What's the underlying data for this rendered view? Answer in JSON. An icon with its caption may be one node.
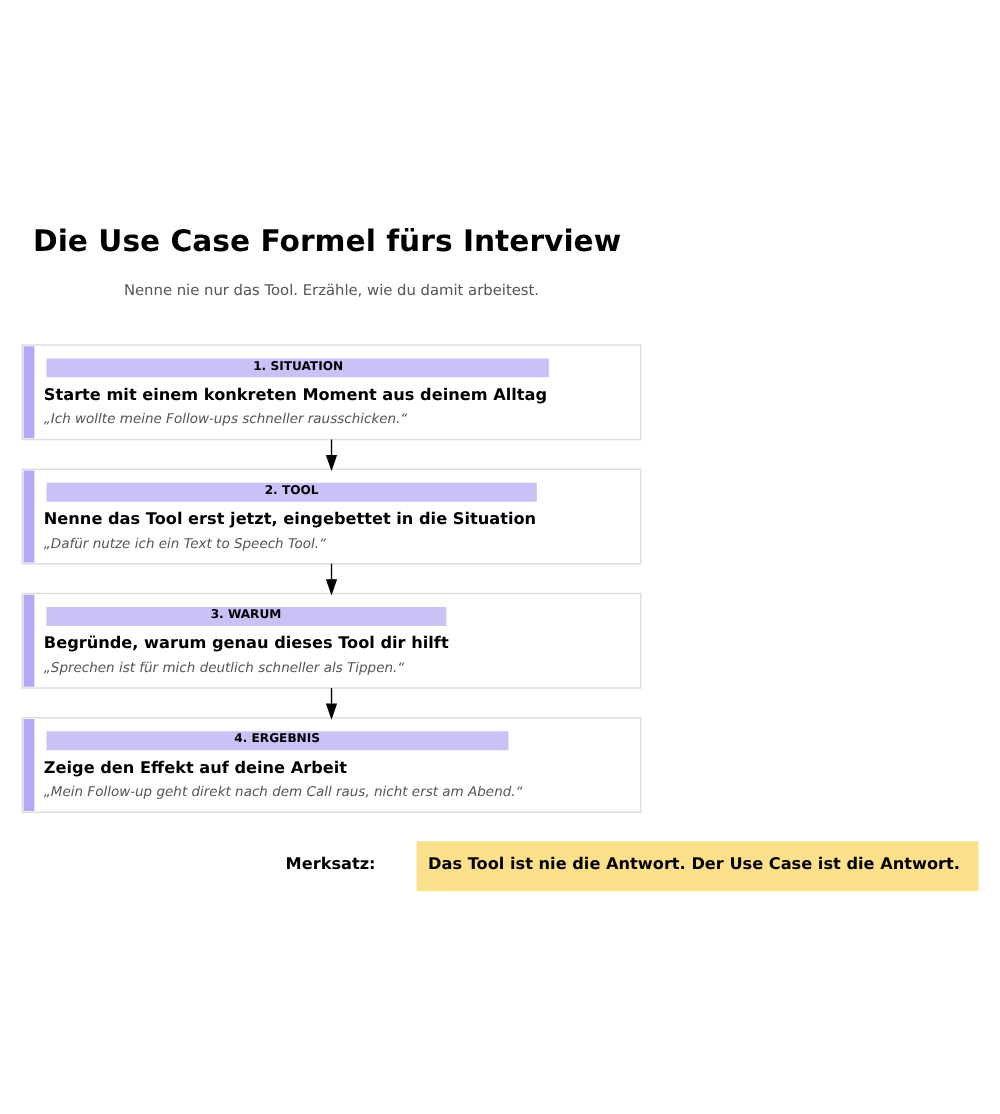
{
  "diagram": {
    "title": "Die Use Case Formel fürs Interview",
    "nodes": [
      {
        "text": [
          "1. SITUATION",
          "Starte mit einem konkreten Moment aus deinem Alltag",
          "„Ich wollte meine Follow-ups schneller rausschicken.“"
        ]
      },
      {
        "text": [
          "2. TOOL",
          "Nenne das Tool erst jetzt, eingebettet in die Situation",
          "„Dafür nutze ich ein Text to Speech Tool.“"
        ]
      },
      {
        "text": [
          "3. WARUM",
          "Begründe, warum genau dieses Tool dir hilft",
          "„Sprechen ist für mich deutlich schneller als Tippen.“"
        ]
      },
      {
        "text": [
          "4. ERGEBNIS",
          "Zeige den Effekt auf deine Arbeit",
          "„Mein Follow-up geht direkt nach dem Call raus, nicht erst am Abend.“"
        ]
      }
    ],
    "edges": [
      {
        "from": 0,
        "to": 1,
        "arrow": "to"
      },
      {
        "from": 1,
        "to": 2,
        "arrow": "to"
      },
      {
        "from": 2,
        "to": 3,
        "arrow": "to"
      }
    ],
    "labels": [
      "Nenne nie nur das Tool. Erzähle, wie du damit arbeitest.",
      "Merksatz:",
      "Das Tool ist nie die Antwort. Der Use Case ist die Antwort."
    ]
  }
}
